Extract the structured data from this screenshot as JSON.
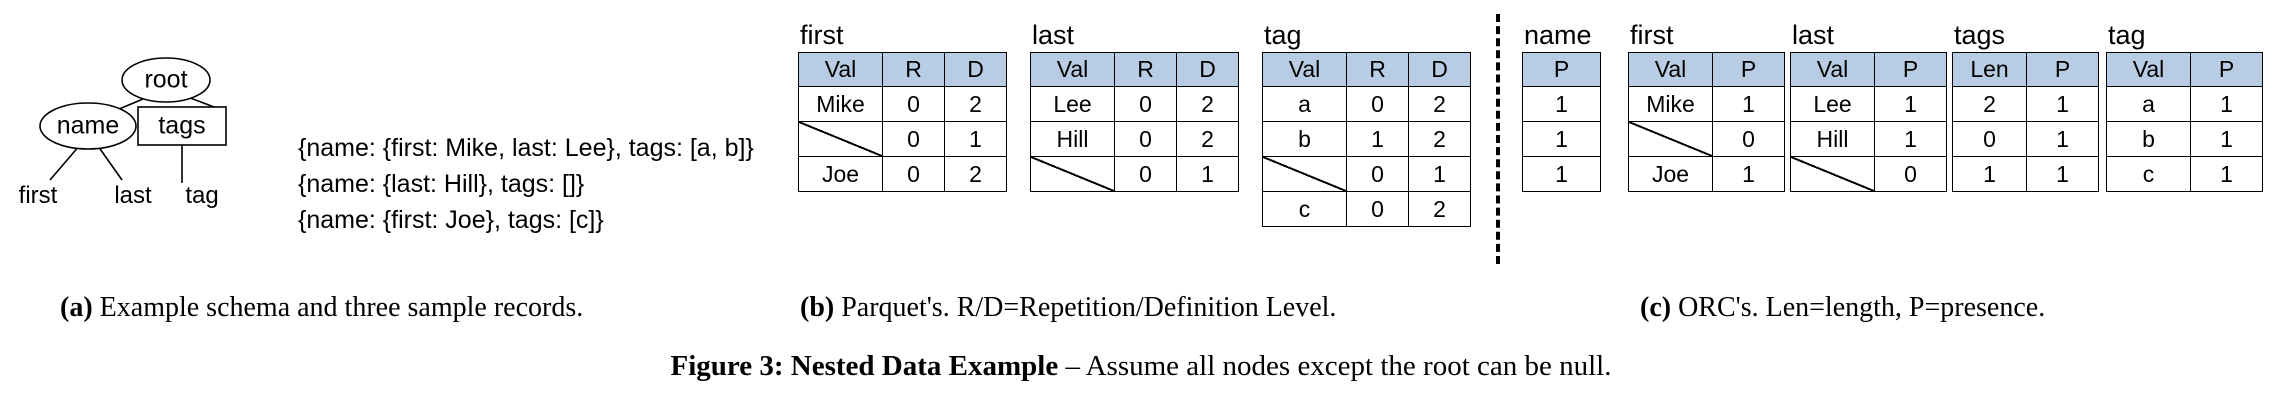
{
  "figure": {
    "caption_title": "Figure 3: Nested Data Example",
    "caption_rest": " – Assume all nodes except the root can be null."
  },
  "panel_a": {
    "caption_label": "(a)",
    "caption_text": " Example schema and three sample records.",
    "tree": {
      "root": "root",
      "name": "name",
      "tags": "tags",
      "first": "first",
      "last": "last",
      "tag": "tag"
    },
    "records": [
      "{name: {first: Mike, last: Lee},  tags: [a, b]}",
      "{name: {last: Hill},  tags: []}",
      "{name: {first: Joe},  tags: [c]}"
    ]
  },
  "panel_b": {
    "caption_label": "(b)",
    "caption_text": " Parquet's. R/D=Repetition/Definition Level.",
    "tables": [
      {
        "title": "first",
        "headers": [
          "Val",
          "R",
          "D"
        ],
        "rows": [
          [
            "Mike",
            "0",
            "2"
          ],
          [
            "",
            "0",
            "1"
          ],
          [
            "Joe",
            "0",
            "2"
          ]
        ]
      },
      {
        "title": "last",
        "headers": [
          "Val",
          "R",
          "D"
        ],
        "rows": [
          [
            "Lee",
            "0",
            "2"
          ],
          [
            "Hill",
            "0",
            "2"
          ],
          [
            "",
            "0",
            "1"
          ]
        ]
      },
      {
        "title": "tag",
        "headers": [
          "Val",
          "R",
          "D"
        ],
        "rows": [
          [
            "a",
            "0",
            "2"
          ],
          [
            "b",
            "1",
            "2"
          ],
          [
            "",
            "0",
            "1"
          ],
          [
            "c",
            "0",
            "2"
          ]
        ]
      }
    ]
  },
  "panel_c": {
    "caption_label": "(c)",
    "caption_text": " ORC's. Len=length, P=presence.",
    "tables": [
      {
        "title": "name",
        "headers": [
          "P"
        ],
        "rows": [
          [
            "1"
          ],
          [
            "1"
          ],
          [
            "1"
          ]
        ]
      },
      {
        "title": "first",
        "headers": [
          "Val",
          "P"
        ],
        "rows": [
          [
            "Mike",
            "1"
          ],
          [
            "",
            "0"
          ],
          [
            "Joe",
            "1"
          ]
        ]
      },
      {
        "title": "last",
        "headers": [
          "Val",
          "P"
        ],
        "rows": [
          [
            "Lee",
            "1"
          ],
          [
            "Hill",
            "1"
          ],
          [
            "",
            "0"
          ]
        ]
      },
      {
        "title": "tags",
        "headers": [
          "Len",
          "P"
        ],
        "rows": [
          [
            "2",
            "1"
          ],
          [
            "0",
            "1"
          ],
          [
            "1",
            "1"
          ]
        ]
      },
      {
        "title": "tag",
        "headers": [
          "Val",
          "P"
        ],
        "rows": [
          [
            "a",
            "1"
          ],
          [
            "b",
            "1"
          ],
          [
            "c",
            "1"
          ]
        ]
      }
    ]
  },
  "colors": {
    "header_fill": "#b8cce4",
    "border": "#000000",
    "background": "#ffffff"
  }
}
